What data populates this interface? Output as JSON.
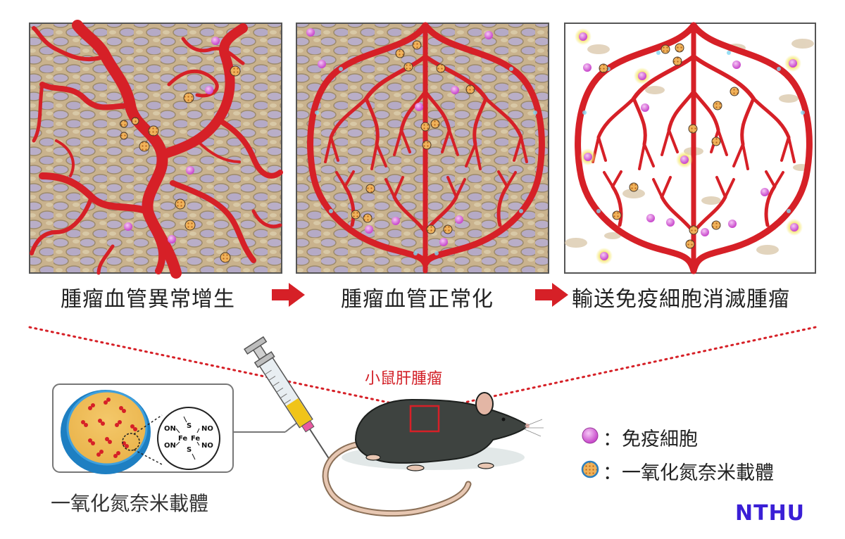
{
  "panels": [
    {
      "caption": "腫瘤血管異常增生"
    },
    {
      "caption": "腫瘤血管正常化"
    },
    {
      "caption": "輸送免疫細胞消滅腫瘤"
    }
  ],
  "mouse_label": "小鼠肝腫瘤",
  "nanocarrier_label": "一氧化氮奈米載體",
  "molecule": {
    "atoms": [
      "ON",
      "ON",
      "NO",
      "NO",
      "Fe",
      "Fe",
      "S",
      "S"
    ]
  },
  "legend": {
    "immune_cell": "：免疫細胞",
    "nanocarrier": "：一氧化氮奈米載體"
  },
  "logo": "NTHU",
  "colors": {
    "vessel": "#d62027",
    "tissue": "#cbb48e",
    "cell": "#b7acc7",
    "immune": "#d86ad8",
    "carrier": "#e99a3c",
    "logo": "#3a1fd6"
  }
}
